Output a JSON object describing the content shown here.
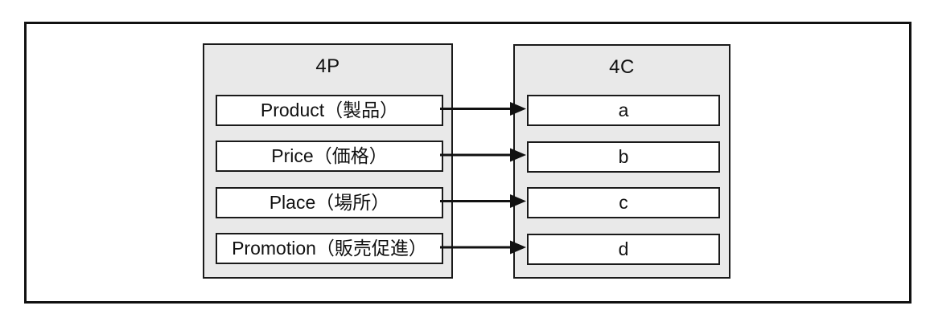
{
  "left_panel": {
    "title": "4P",
    "items": [
      "Product（製品）",
      "Price（価格）",
      "Place（場所）",
      "Promotion（販売促進）"
    ]
  },
  "right_panel": {
    "title": "4C",
    "items": [
      "a",
      "b",
      "c",
      "d"
    ]
  },
  "arrows": [
    {
      "from": "Product（製品）",
      "to": "a"
    },
    {
      "from": "Price（価格）",
      "to": "b"
    },
    {
      "from": "Place（場所）",
      "to": "c"
    },
    {
      "from": "Promotion（販売促進）",
      "to": "d"
    }
  ],
  "colors": {
    "panel_bg": "#e9e9e9",
    "box_bg": "#ffffff",
    "border": "#1a1a1a",
    "frame_border": "#111111",
    "arrow": "#111111",
    "text": "#111111"
  }
}
